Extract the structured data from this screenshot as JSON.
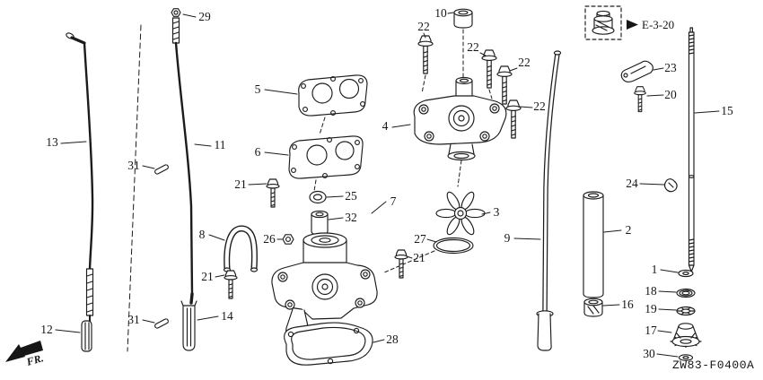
{
  "diagram": {
    "front_marker": "FR.",
    "reference_label": "E-3-20",
    "drawing_code": "ZW83-F0400A",
    "callouts": [
      {
        "part": "29"
      },
      {
        "part": "13"
      },
      {
        "part": "11"
      },
      {
        "part": "31"
      },
      {
        "part": "31"
      },
      {
        "part": "12"
      },
      {
        "part": "14"
      },
      {
        "part": "5"
      },
      {
        "part": "6"
      },
      {
        "part": "21"
      },
      {
        "part": "25"
      },
      {
        "part": "32"
      },
      {
        "part": "7"
      },
      {
        "part": "8"
      },
      {
        "part": "26"
      },
      {
        "part": "21"
      },
      {
        "part": "28"
      },
      {
        "part": "10"
      },
      {
        "part": "22"
      },
      {
        "part": "22"
      },
      {
        "part": "22"
      },
      {
        "part": "22"
      },
      {
        "part": "4"
      },
      {
        "part": "3"
      },
      {
        "part": "27"
      },
      {
        "part": "21"
      },
      {
        "part": "9"
      },
      {
        "part": "2"
      },
      {
        "part": "16"
      },
      {
        "part": "23"
      },
      {
        "part": "20"
      },
      {
        "part": "15"
      },
      {
        "part": "24"
      },
      {
        "part": "1"
      },
      {
        "part": "18"
      },
      {
        "part": "19"
      },
      {
        "part": "17"
      },
      {
        "part": "30"
      }
    ]
  }
}
